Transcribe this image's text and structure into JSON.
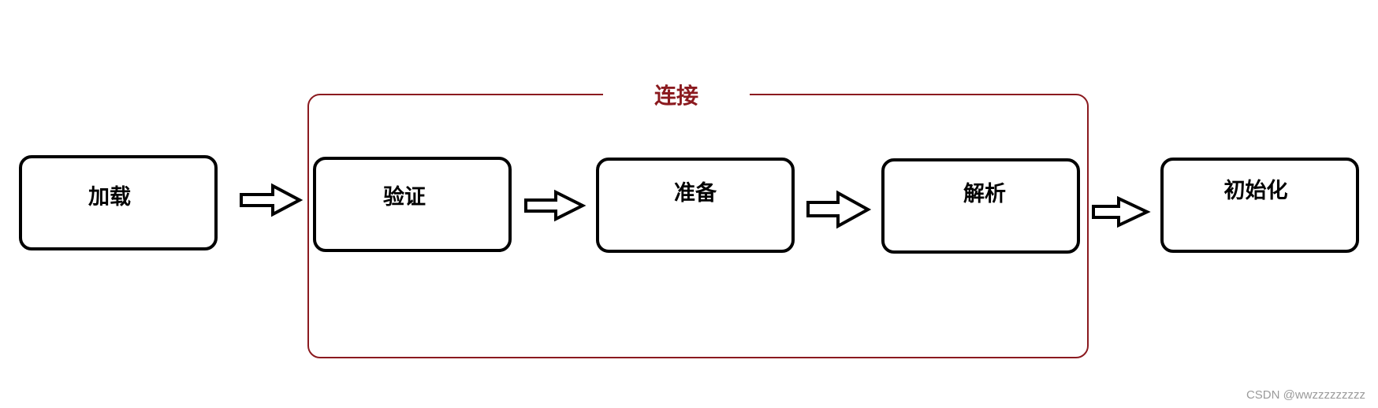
{
  "group": {
    "label": "连接",
    "color": "#8b1a1f"
  },
  "steps": [
    {
      "label": "加载"
    },
    {
      "label": "验证"
    },
    {
      "label": "准备"
    },
    {
      "label": "解析"
    },
    {
      "label": "初始化"
    }
  ],
  "watermark": "CSDN @wwzzzzzzzzz"
}
